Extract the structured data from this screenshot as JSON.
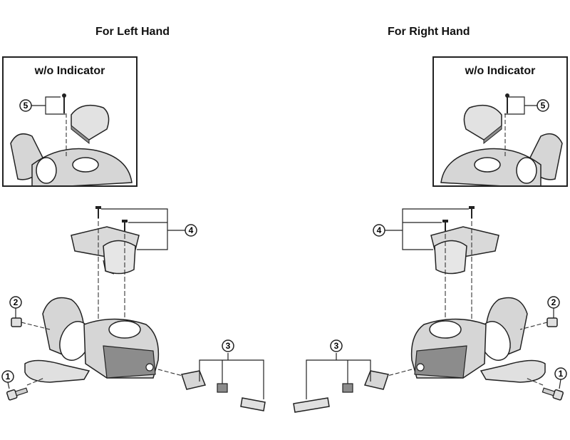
{
  "headings": {
    "left": "For Left Hand",
    "right": "For Right Hand"
  },
  "insets": {
    "left_title": "w/o Indicator",
    "right_title": "w/o Indicator"
  },
  "callouts": {
    "left": [
      "1",
      "2",
      "3",
      "4",
      "5"
    ],
    "right": [
      "1",
      "2",
      "3",
      "4",
      "5"
    ]
  },
  "colors": {
    "line": "#222222",
    "part_fill": "#d6d6d6",
    "part_dark": "#8c8c8c",
    "background": "#ffffff"
  }
}
